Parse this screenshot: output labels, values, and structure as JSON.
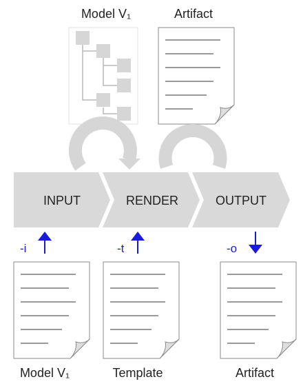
{
  "top_labels": {
    "model": "Model V₁",
    "artifact": "Artifact"
  },
  "stages": {
    "input": "INPUT",
    "render": "RENDER",
    "output": "OUTPUT"
  },
  "flags": {
    "input": "-i",
    "template": "-t",
    "output": "-o"
  },
  "bottom_labels": {
    "model": "Model V₁",
    "template": "Template",
    "artifact": "Artifact"
  },
  "colors": {
    "chevron": "#d9d9d9",
    "tree_node": "#d6d6d6",
    "arrow": "#1a1adc",
    "doc_line": "#777777"
  },
  "icons": {
    "tree": "tree-structure-icon",
    "document": "document-icon",
    "arrow_up": "arrow-up-icon",
    "arrow_down": "arrow-down-icon",
    "loop": "loop-arc-icon"
  }
}
